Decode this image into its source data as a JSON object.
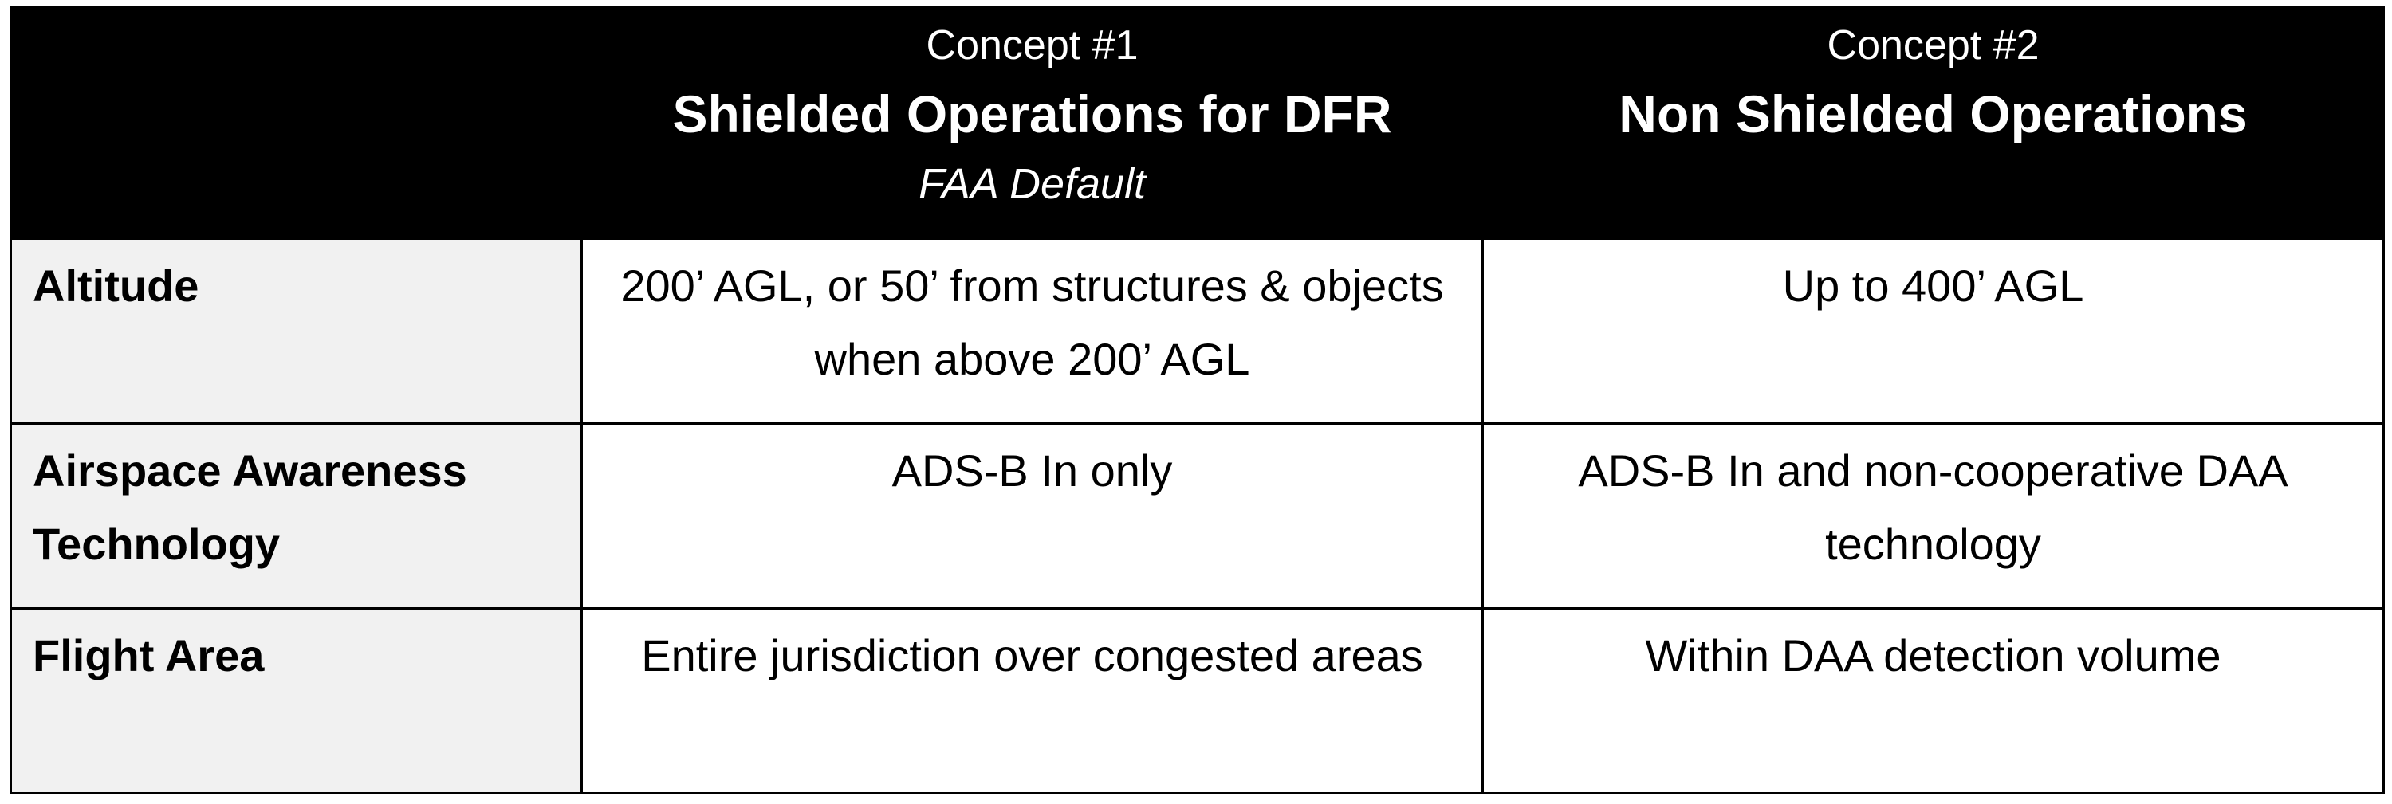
{
  "header": {
    "corner_label": "",
    "concepts": [
      {
        "number_label": "Concept #1",
        "title": "Shielded Operations for DFR",
        "subtitle": "FAA Default"
      },
      {
        "number_label": "Concept #2",
        "title": "Non Shielded Operations",
        "subtitle": ""
      }
    ]
  },
  "rows": [
    {
      "label": "Altitude",
      "concept1": "200’ AGL, or 50’ from structures & objects when above 200’ AGL",
      "concept2": "Up to 400’ AGL"
    },
    {
      "label": "Airspace Awareness Technology",
      "concept1": "ADS-B In only",
      "concept2": "ADS-B In and non-cooperative DAA technology"
    },
    {
      "label": "Flight Area",
      "concept1": "Entire jurisdiction over congested areas",
      "concept2": "Within DAA detection volume"
    }
  ],
  "colors": {
    "header_background": "#000000",
    "header_text": "#ffffff",
    "label_column_background": "#f1f1f1",
    "cell_background": "#ffffff",
    "border": "#000000"
  }
}
